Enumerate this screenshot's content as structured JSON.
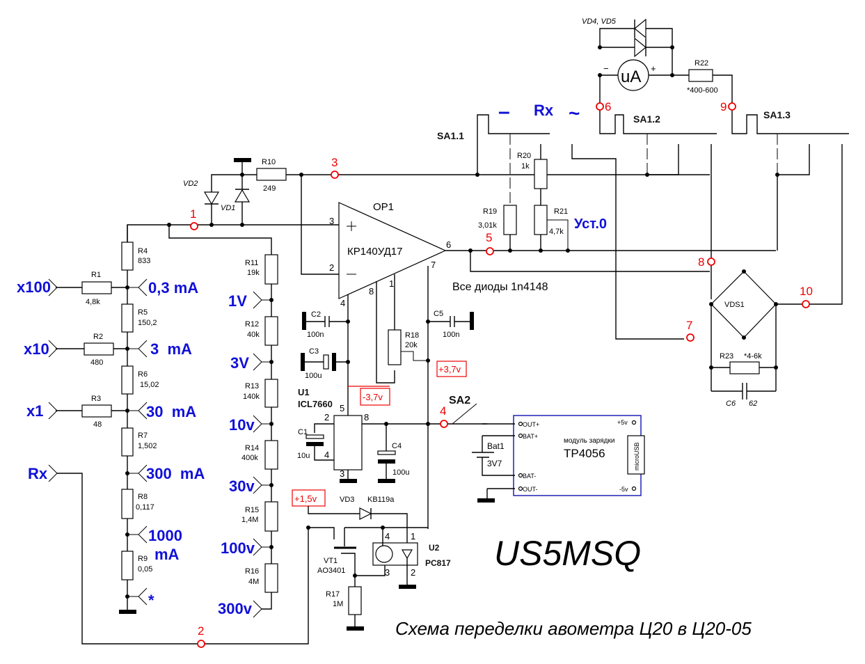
{
  "title": "US5MSQ",
  "subtitle": "Схема переделки авометра Ц20 в Ц20-05",
  "note": "Все диоды 1n4148",
  "colors": {
    "wire": "#000000",
    "label_blue": "#1010d8",
    "testpoint_red": "#ee0000",
    "module_border": "#1010b0"
  },
  "inputs": {
    "x100": "x100",
    "x10": "x10",
    "x1": "x1",
    "rx": "Rx"
  },
  "ranges_current": [
    "0,3 mA",
    "3  mA",
    "30  mA",
    "300  mA",
    "1000",
    "mA",
    "*"
  ],
  "ranges_voltage": [
    "1V",
    "3V",
    "10v",
    "30v",
    "100v",
    "300v"
  ],
  "resistors": {
    "R1": {
      "name": "R1",
      "value": "4,8k"
    },
    "R2": {
      "name": "R2",
      "value": "480"
    },
    "R3": {
      "name": "R3",
      "value": "48"
    },
    "R4": {
      "name": "R4",
      "value": "833"
    },
    "R5": {
      "name": "R5",
      "value": "150,2"
    },
    "R6": {
      "name": "R6",
      "value": "15,02"
    },
    "R7": {
      "name": "R7",
      "value": "1,502"
    },
    "R8": {
      "name": "R8",
      "value": "0,117"
    },
    "R9": {
      "name": "R9",
      "value": "0,05"
    },
    "R10": {
      "name": "R10",
      "value": "249"
    },
    "R11": {
      "name": "R11",
      "value": "19k"
    },
    "R12": {
      "name": "R12",
      "value": "40k"
    },
    "R13": {
      "name": "R13",
      "value": "140k"
    },
    "R14": {
      "name": "R14",
      "value": "400k"
    },
    "R15": {
      "name": "R15",
      "value": "1,4M"
    },
    "R16": {
      "name": "R16",
      "value": "4M"
    },
    "R17": {
      "name": "R17",
      "value": "1M"
    },
    "R18": {
      "name": "R18",
      "value": "20k"
    },
    "R19": {
      "name": "R19",
      "value": "3,01k"
    },
    "R20": {
      "name": "R20",
      "value": "1k"
    },
    "R21": {
      "name": "R21",
      "value": "4,7k"
    },
    "R22": {
      "name": "R22",
      "value": "*400-600"
    },
    "R23": {
      "name": "R23",
      "value": "*4-6k"
    }
  },
  "capacitors": {
    "C1": {
      "name": "C1",
      "value": "10u"
    },
    "C2": {
      "name": "C2",
      "value": "100n"
    },
    "C3": {
      "name": "C3",
      "value": "100u"
    },
    "C4": {
      "name": "C4",
      "value": "100u"
    },
    "C5": {
      "name": "C5",
      "value": "100n"
    },
    "C6": {
      "name": "C6",
      "value": "62"
    }
  },
  "diodes": {
    "VD1": "VD1",
    "VD2": "VD2",
    "VD3": "VD3",
    "VD3_type": "KB119a",
    "VD4_5": "VD4, VD5",
    "VDS1": "VDS1"
  },
  "opamp": {
    "ref": "OP1",
    "part": "КР140УД17",
    "pins": {
      "in_plus": "3",
      "in_minus": "2",
      "out": "6",
      "p7": "7",
      "p4": "4",
      "p8": "8",
      "p1": "1"
    }
  },
  "u1": {
    "ref": "U1",
    "part": "ICL7660",
    "pins": {
      "p2": "2",
      "p4": "4",
      "p5": "5",
      "p8": "8",
      "p3": "3"
    }
  },
  "u2": {
    "ref": "U2",
    "part": "PC817",
    "pins": {
      "p1": "1",
      "p2": "2",
      "p3": "3",
      "p4": "4"
    }
  },
  "vt1": {
    "ref": "VT1",
    "part": "AO3401"
  },
  "battery": {
    "ref": "Bat1",
    "value": "3V7"
  },
  "charger": {
    "caption": "модуль зарядки",
    "part": "TP4056",
    "usb": "microUSB",
    "pins": [
      "OUT+",
      "BAT+",
      "BAT-",
      "OUT-"
    ],
    "pins_right": [
      "+5v",
      "-5v"
    ]
  },
  "switches": {
    "SA1_1": "SA1.1",
    "SA1_2": "SA1.2",
    "SA1_3": "SA1.3",
    "SA2": "SA2"
  },
  "mode_labels": {
    "dc": "–",
    "rx": "Rx",
    "ac": "~"
  },
  "zero_adjust": "Уст.0",
  "meter": {
    "symbol": "uA",
    "minus": "−",
    "plus": "+"
  },
  "voltages": {
    "neg": "-3,7v",
    "pos": "+3,7v",
    "ref": "+1,5v"
  },
  "test_points": [
    "1",
    "2",
    "3",
    "4",
    "5",
    "6",
    "7",
    "8",
    "9",
    "10"
  ]
}
